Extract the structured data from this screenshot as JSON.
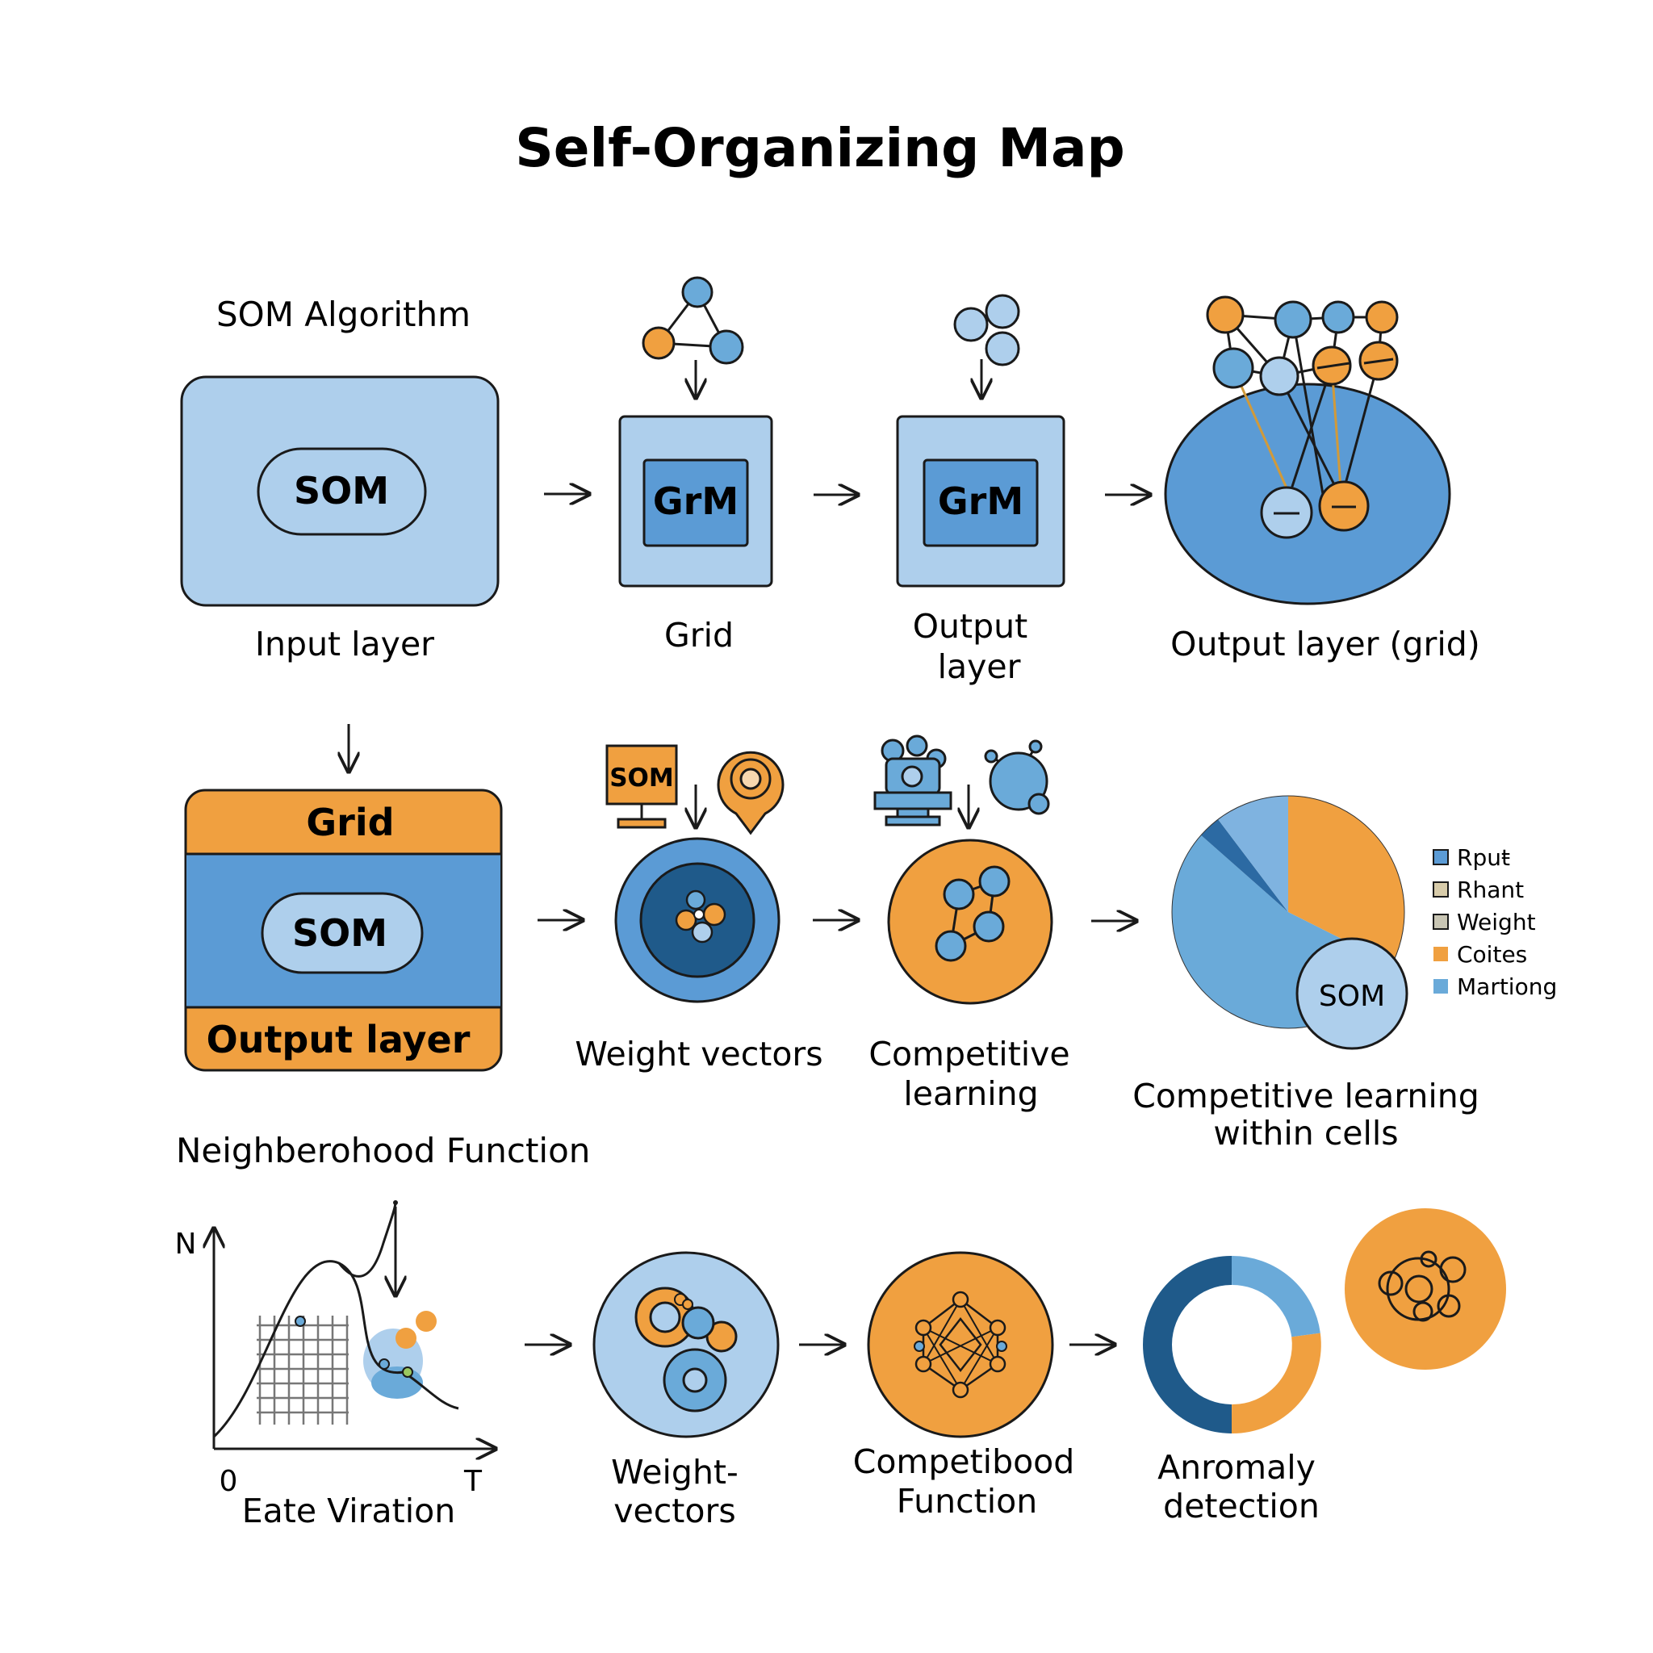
{
  "title": "Self-Organizing Map",
  "section_algorithm": "SOM Algorithm",
  "section_neighborhood": "Neighberohood Function",
  "row1": {
    "input_box_label": "SOM",
    "input_caption": "Input layer",
    "grid_box_label": "GrM",
    "grid_caption": "Grid",
    "output_box_label": "GrM",
    "output_caption_line1": "Output",
    "output_caption_line2": "layer",
    "grid_output_caption": "Output layer (grid)"
  },
  "row2": {
    "stack_top": "Grid",
    "stack_middle": "SOM",
    "stack_bottom": "Output layer",
    "monitor_label": "SOM",
    "weight_caption": "Weight vectors",
    "competitive_caption_line1": "Competitive",
    "competitive_caption_line2": "learning",
    "pie_center_label": "SOM",
    "pie_caption_line1": "Competitive learning",
    "pie_caption_line2": "within cells",
    "legend": [
      {
        "label": "Rpuŧ",
        "color": "#5b9bd5"
      },
      {
        "label": "Rhant",
        "color": "#d8ccaa"
      },
      {
        "label": "Weight",
        "color": "#c9c6b4"
      },
      {
        "label": "Coites",
        "color": "#f0a040"
      },
      {
        "label": "Martiong",
        "color": "#6aaad9"
      }
    ]
  },
  "row3": {
    "axis_y": "N",
    "axis_origin": "0",
    "axis_x_end": "T",
    "graph_caption": "Eate Viration",
    "weight_caption_line1": "Weight-",
    "weight_caption_line2": "vectors",
    "competibood_caption_line1": "Competibood",
    "competibood_caption_line2": "Function",
    "anomaly_caption_line1": "Anromaly",
    "anomaly_caption_line2": "detection"
  },
  "colors": {
    "light_blue": "#aecfec",
    "mid_blue": "#6aaad9",
    "dark_blue": "#2c6aa3",
    "navy": "#1f5a8a",
    "orange": "#f0a040",
    "outline": "#1a1a1a"
  }
}
